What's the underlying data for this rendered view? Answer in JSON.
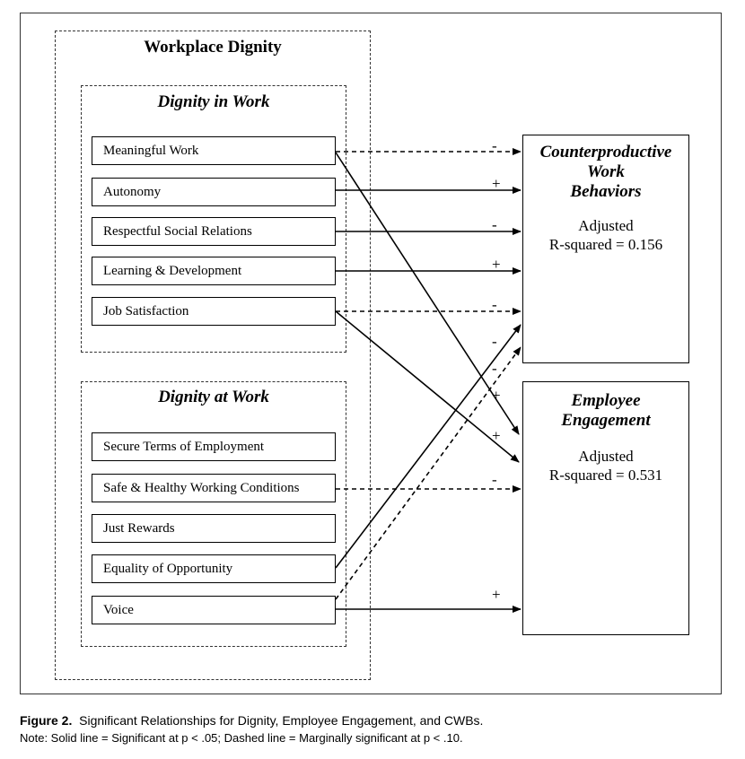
{
  "workplace_dignity": {
    "title": "Workplace Dignity",
    "in_work": {
      "title": "Dignity in Work",
      "items": [
        "Meaningful Work",
        "Autonomy",
        "Respectful Social Relations",
        "Learning & Development",
        "Job Satisfaction"
      ]
    },
    "at_work": {
      "title": "Dignity at Work",
      "items": [
        "Secure Terms of Employment",
        "Safe & Healthy Working Conditions",
        "Just Rewards",
        "Equality of Opportunity",
        "Voice"
      ]
    }
  },
  "outcomes": {
    "cwb": {
      "title": "Counterproductive\nWork\nBehaviors",
      "r2": "Adjusted\nR-squared = 0.156"
    },
    "engagement": {
      "title": "Employee\nEngagement",
      "r2": "Adjusted\nR-squared = 0.531"
    }
  },
  "relationships": [
    {
      "from": "Meaningful Work",
      "to": "Counterproductive Work Behaviors",
      "sign": "-",
      "line": "dashed"
    },
    {
      "from": "Autonomy",
      "to": "Counterproductive Work Behaviors",
      "sign": "+",
      "line": "solid"
    },
    {
      "from": "Respectful Social Relations",
      "to": "Counterproductive Work Behaviors",
      "sign": "-",
      "line": "solid"
    },
    {
      "from": "Learning & Development",
      "to": "Counterproductive Work Behaviors",
      "sign": "+",
      "line": "solid"
    },
    {
      "from": "Job Satisfaction",
      "to": "Counterproductive Work Behaviors",
      "sign": "-",
      "line": "dashed"
    },
    {
      "from": "Equality of Opportunity",
      "to": "Counterproductive Work Behaviors",
      "sign": "-",
      "line": "solid"
    },
    {
      "from": "Voice",
      "to": "Counterproductive Work Behaviors",
      "sign": "-",
      "line": "dashed"
    },
    {
      "from": "Meaningful Work",
      "to": "Employee Engagement",
      "sign": "+",
      "line": "solid"
    },
    {
      "from": "Job Satisfaction",
      "to": "Employee Engagement",
      "sign": "+",
      "line": "solid"
    },
    {
      "from": "Safe & Healthy Working Conditions",
      "to": "Employee Engagement",
      "sign": "-",
      "line": "dashed"
    },
    {
      "from": "Voice",
      "to": "Employee Engagement",
      "sign": "+",
      "line": "solid"
    }
  ],
  "caption": {
    "label": "Figure 2.",
    "text": "Significant Relationships for Dignity, Employee Engagement, and CWBs.",
    "note": "Note: Solid line = Significant at p < .05; Dashed line = Marginally significant at p < .10."
  }
}
